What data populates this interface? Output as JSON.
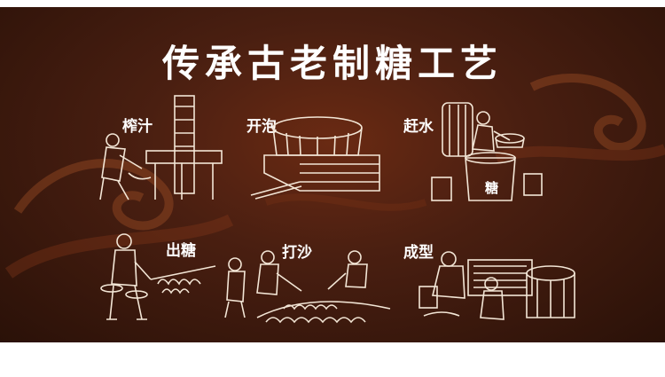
{
  "title": "传承古老制糖工艺",
  "steps": [
    {
      "label": "榨汁"
    },
    {
      "label": "开泡"
    },
    {
      "label": "赶水"
    },
    {
      "label": "出糖"
    },
    {
      "label": "打沙"
    },
    {
      "label": "成型"
    }
  ],
  "pot_label": "糖",
  "colors": {
    "background_dark": "#2a1108",
    "background_mid": "#6a2a13",
    "ink": "#f3e6d6"
  }
}
